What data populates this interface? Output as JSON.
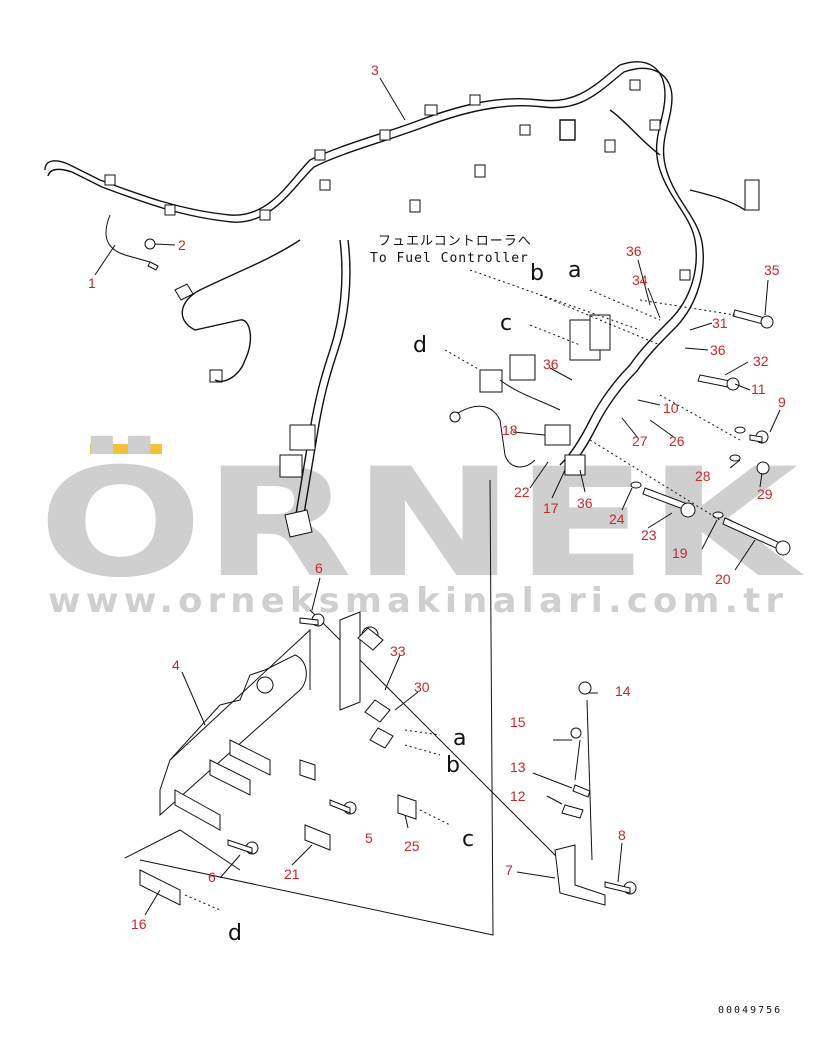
{
  "watermark": {
    "brand": "ÖRNEK",
    "url": "www.orneksmakinalari.com.tr"
  },
  "annotation": {
    "japanese": "フュエルコントローラへ",
    "english": "To Fuel Controller"
  },
  "drawing_code": "00049756",
  "callouts": {
    "n1": "1",
    "n2": "2",
    "n3": "3",
    "n4": "4",
    "n5": "5",
    "n6a": "6",
    "n6b": "6",
    "n7": "7",
    "n8": "8",
    "n9": "9",
    "n10": "10",
    "n11": "11",
    "n12": "12",
    "n13": "13",
    "n14": "14",
    "n15": "15",
    "n16": "16",
    "n17": "17",
    "n18": "18",
    "n19": "19",
    "n20": "20",
    "n21": "21",
    "n22": "22",
    "n23": "23",
    "n24": "24",
    "n25": "25",
    "n26": "26",
    "n27": "27",
    "n28": "28",
    "n29": "29",
    "n30": "30",
    "n31": "31",
    "n32": "32",
    "n33": "33",
    "n34": "34",
    "n35": "35",
    "n36a": "36",
    "n36b": "36",
    "n36c": "36",
    "n36d": "36"
  },
  "letters": {
    "a_top": "a",
    "b_top": "b",
    "c_top": "c",
    "d_top": "d",
    "a_bot": "a",
    "b_bot": "b",
    "c_bot": "c",
    "d_bot": "d"
  },
  "colors": {
    "callout": "#c8282d",
    "line": "#111111",
    "watermark": "#cfcfcf",
    "watermark_accent": "#f2c23a"
  }
}
